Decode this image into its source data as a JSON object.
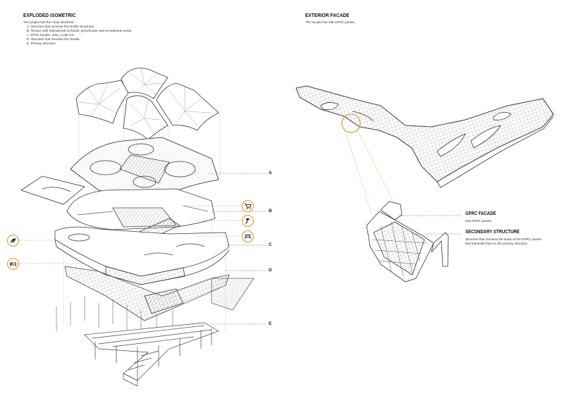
{
  "left": {
    "title": "EXPLODED ISOMETRIC",
    "intro": "The project has five main elements:",
    "elements": [
      "A. Structure that receives the tensile structures.",
      "B. Terrace with educational orchards, greenhouse and recreational areas.",
      "c. GFRC facade, area: 2,180 m2.",
      "D. Structure that receives the facade.",
      "E. Primary structure."
    ],
    "labels": [
      "A",
      "B",
      "C",
      "D",
      "E"
    ]
  },
  "right": {
    "title": "EXTERIOR FACADE",
    "intro": "The facade has 536 GFRC panels.",
    "callouts": [
      {
        "title": "GFRC FACADE",
        "text": [
          "536 GFRC panels"
        ]
      },
      {
        "title": "SECONDARY STRUCTURE",
        "text": [
          "Structure that receives the loads of the GFRC panels",
          "and transmits them to the primary structure."
        ]
      }
    ]
  },
  "icons": {
    "right_side": [
      "cart-icon",
      "hammer-icon",
      "picnic-table-icon"
    ],
    "left_side": [
      "leaf-icon",
      "bed-icon"
    ],
    "accent": "#e0932a"
  }
}
